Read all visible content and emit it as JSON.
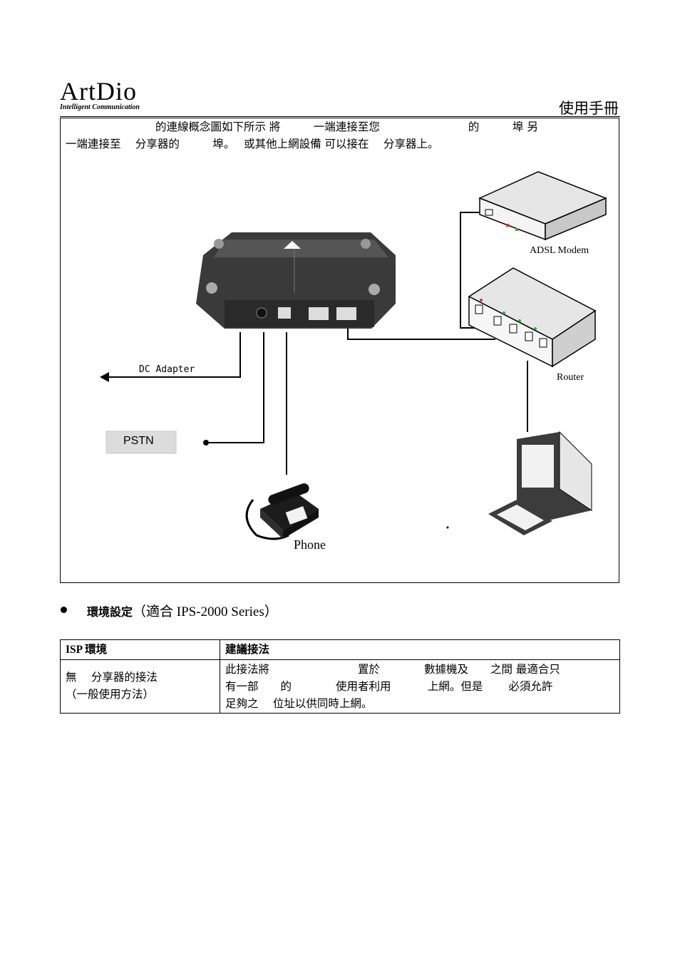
{
  "header": {
    "logo": "ArtDio",
    "tagline": "Intelligent Communication",
    "manual_label": "使用手冊"
  },
  "intro": {
    "line1": "的連線概念圖如下所示 將　　　一端連接至您　　　　　　　　的　　　埠 另",
    "line2": "一端連接至　 分享器的　　　埠。　 或其他上網設備 可以接在　 分享器上。"
  },
  "diagram": {
    "adsl_modem": "ADSL Modem",
    "router": "Router",
    "dc_adapter": "DC Adapter",
    "pstn": "PSTN",
    "phone": "Phone"
  },
  "section": {
    "prefix": "環境設定",
    "detail": "（適合 IPS-2000 Series）"
  },
  "table": {
    "headers": [
      "ISP 環境",
      "建議接法"
    ],
    "row": {
      "env_lines": [
        "無　 分享器的接法",
        "（一般使用方法）"
      ],
      "rec_lines": [
        "此接法將　　　　　　　　置於　　　　數據機及　　之間 最適合只",
        "有一部　　的　　　　使用者利用　　　 上網。但是　　 必須允許",
        "足夠之　 位址以供同時上網。"
      ]
    }
  },
  "colors": {
    "device_dark": "#3a3a3a",
    "device_light": "#e6e6e6",
    "pstn_box": "#dcdcdc"
  }
}
